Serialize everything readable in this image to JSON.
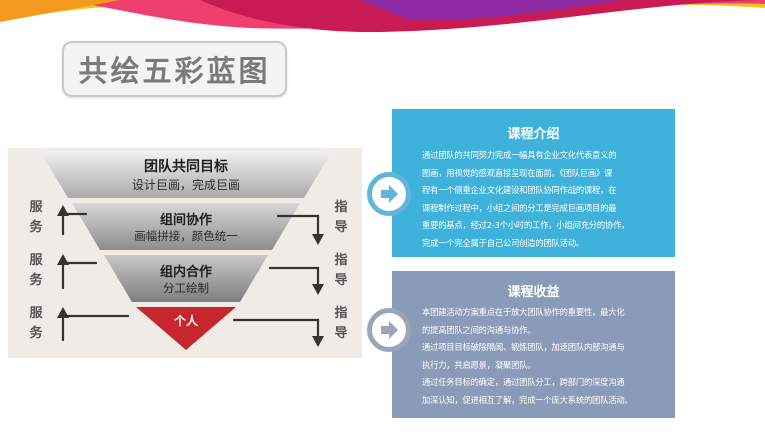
{
  "title": "共绘五彩蓝图",
  "diagram": {
    "layers": [
      {
        "title": "团队共同目标",
        "subtitle": "设计巨画，完成巨画"
      },
      {
        "title": "组间协作",
        "subtitle": "画幅拼接，颜色统一"
      },
      {
        "title": "组内合作",
        "subtitle": "分工绘制"
      },
      {
        "title": "个人",
        "subtitle": ""
      }
    ],
    "left_labels": [
      "服务",
      "服务",
      "服务"
    ],
    "right_labels": [
      "指导",
      "指导",
      "指导"
    ]
  },
  "cards": [
    {
      "title": "课程介绍",
      "body": "通过团队的共同努力完成一幅具有企业文化代表意义的\n图画，用视觉的感观直接呈现在面前。《团队巨画》课\n程有一个侧重企业文化建设和团队协同作战的课程，在\n课程制作过程中，小组之间的分工是完成巨画项目的最\n重要的基点，经过2-3个小时的工作，小组间充分的协作，\n完成一个完全属于自己公司创造的团队活动。"
    },
    {
      "title": "课程收益",
      "body": "本团建活动方案重点在于放大团队协作的重要性，最大化\n的提高团队之间的沟通与协作。\n通过项目目标破除隔阂、锻炼团队，加速团队内部沟通与\n执行力，共启愿景，凝聚团队。\n通过任务目标的确定，通过团队分工，跨部门的深度沟通\n加深认知，促进相互了解，完成一个庞大系统的团队活动。"
    }
  ],
  "colors": {
    "card_blue": "#3fb2dc",
    "card_gray": "#8a9bb9",
    "pyramid_red": "#c8262f"
  }
}
